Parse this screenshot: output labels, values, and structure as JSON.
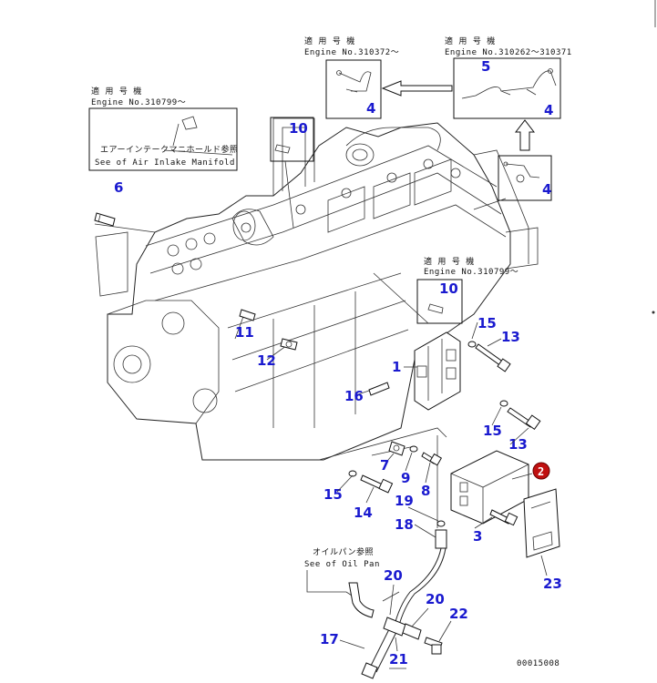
{
  "notes": {
    "top_left_header": "適 用 号 機",
    "top_left_engine": "Engine No.310372～",
    "top_right_header": "適 用 号 機",
    "top_right_engine": "Engine No.310262～310371",
    "left_header": "適 用 号 機",
    "left_engine": "Engine No.310799～",
    "left_ref_jp": "エアーインテークマニホールド参照",
    "left_ref_en": "See of Air Inlake Manifold",
    "mid_header": "適 用 号 機",
    "mid_engine": "Engine No.310799～",
    "oilpan_jp": "オイルパン参照",
    "oilpan_en": "See of Oil Pan"
  },
  "callouts": {
    "c1": "1",
    "c2": "2",
    "c3": "3",
    "c4a": "4",
    "c4b": "4",
    "c4c": "4",
    "c5": "5",
    "c6": "6",
    "c7": "7",
    "c8": "8",
    "c9": "9",
    "c10a": "10",
    "c10b": "10",
    "c11": "11",
    "c12": "12",
    "c13a": "13",
    "c13b": "13",
    "c14": "14",
    "c15a": "15",
    "c15b": "15",
    "c15c": "15",
    "c16": "16",
    "c17": "17",
    "c18": "18",
    "c19": "19",
    "c20a": "20",
    "c20b": "20",
    "c21": "21",
    "c22": "22",
    "c23": "23"
  },
  "drawing_number": "00015008",
  "colors": {
    "callout": "#1a1acf",
    "badge": "#c01010",
    "line": "#222222"
  }
}
